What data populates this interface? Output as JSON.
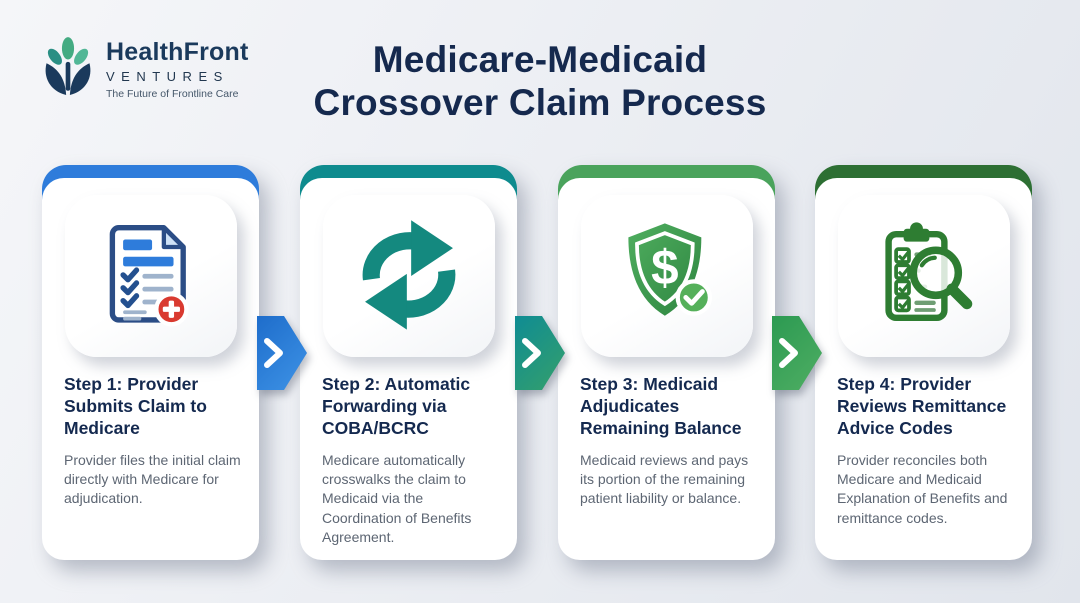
{
  "page": {
    "background_start": "#f5f6f9",
    "background_end": "#e1e5ec"
  },
  "logo": {
    "name": "HealthFront",
    "subtitle": "VENTURES",
    "tagline": "The Future of Frontline Care",
    "colors": {
      "navy": "#1b3a5c",
      "leaf_teal_dark": "#2a8f84",
      "leaf_green": "#44ab82",
      "leaf_teal_light": "#52b796"
    }
  },
  "title": {
    "line1": "Medicare-Medicaid",
    "line2": "Crossover Claim Process",
    "color": "#15294e"
  },
  "steps": [
    {
      "step_number": 1,
      "accent_color": "#2e7cdb",
      "icon": "claim-document-icon",
      "title": "Step 1: Provider Submits Claim to Medicare",
      "description": "Provider files the initial claim directly with Medicare for adjudication."
    },
    {
      "step_number": 2,
      "accent_color": "#0e8b8e",
      "icon": "sync-arrows-icon",
      "title": "Step 2: Automatic Forwarding via COBA/BCRC",
      "description": "Medicare automatically crosswalks the claim to Medicaid via the Coordination of Benefits Agreement."
    },
    {
      "step_number": 3,
      "accent_color": "#4aa35c",
      "icon": "shield-dollar-check-icon",
      "title": "Step 3: Medicaid Adjudicates Remaining Balance",
      "description": "Medicaid reviews and pays its portion of the remaining patient liability or balance."
    },
    {
      "step_number": 4,
      "accent_color": "#2d6f33",
      "icon": "clipboard-magnifier-icon",
      "title": "Step 4: Provider Reviews Remittance Advice Codes",
      "description": "Provider reconciles both Medicare and Medicaid Explanation of Benefits and remittance codes."
    }
  ],
  "arrows": [
    {
      "from_step": 1,
      "to_step": 2,
      "gradient_start": "#1e6dcb",
      "gradient_end": "#3e93e6"
    },
    {
      "from_step": 2,
      "to_step": 3,
      "gradient_start": "#0f8c93",
      "gradient_end": "#35a06b"
    },
    {
      "from_step": 3,
      "to_step": 4,
      "gradient_start": "#2c9a52",
      "gradient_end": "#4fae63"
    }
  ],
  "text_colors": {
    "step_title": "#14294f",
    "step_description": "#5d6673"
  }
}
